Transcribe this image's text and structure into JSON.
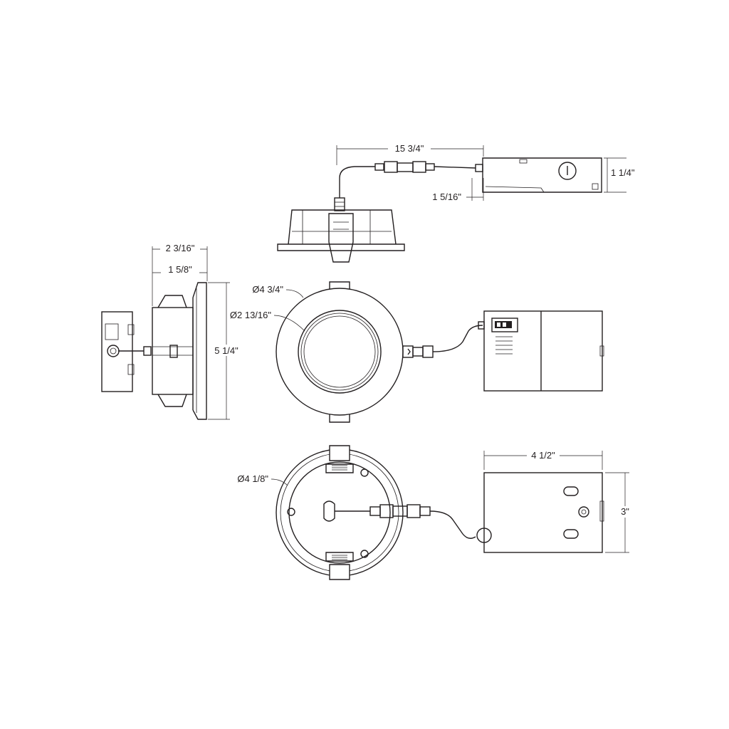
{
  "dimensions": {
    "cable_length": "15 3/4\"",
    "jbox_side_height": "1 1/4\"",
    "jbox_side_offset": "1 5/16\"",
    "side_total_depth": "2 3/16\"",
    "side_body_depth": "1 5/8\"",
    "side_height": "5 1/4\"",
    "outer_diameter": "Ø4 3/4\"",
    "aperture_diameter": "Ø2 13/16\"",
    "cutout_diameter": "Ø4 1/8\"",
    "jbox_length": "4 1/2\"",
    "jbox_height": "3\""
  }
}
